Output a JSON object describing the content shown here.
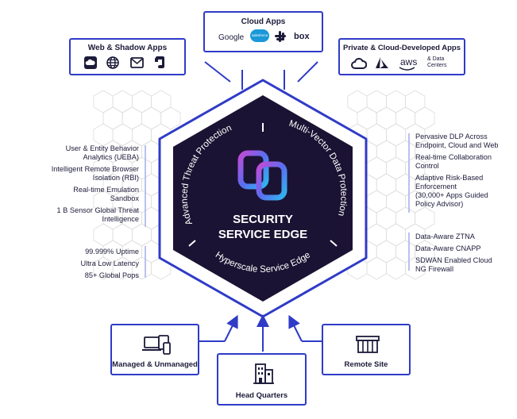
{
  "colors": {
    "accent": "#2f3bc7",
    "hex_fill": "#1b1333",
    "text_dark": "#1c1b3a",
    "hex_outline": "#dddddd",
    "bar": "#b9c0ee"
  },
  "cloud_apps": {
    "title": "Cloud Apps",
    "logos": [
      "Google",
      "salesforce",
      "slack",
      "box"
    ]
  },
  "web_shadow_apps": {
    "title": "Web & Shadow Apps",
    "icons": [
      "cloud-app-icon",
      "globe-icon",
      "mail-icon",
      "evernote-icon"
    ]
  },
  "private_apps": {
    "title": "Private & Cloud-Developed Apps",
    "logos": [
      "gcp-cloud",
      "azure",
      "aws"
    ],
    "aws_label": "aws",
    "data_centers_label": "& Data\nCenters"
  },
  "core": {
    "title_line1": "SECURITY",
    "title_line2": "SERVICE EDGE",
    "arc_left": "Advanced Threat Protection",
    "arc_right": "Multi-Vector Data Protection",
    "arc_bottom": "Hyperscale Service Edge"
  },
  "left_features": {
    "group1": [
      "User & Entity Behavior",
      "Analytics (UEBA)",
      "Intelligent Remote Browser",
      "Isolation (RBI)",
      "Real-time Emulation",
      "Sandbox",
      "1 B Sensor Global Threat",
      "Intelligence"
    ],
    "group2": [
      "99.999% Uptime",
      "Ultra Low Latency",
      "85+ Global Pops"
    ]
  },
  "right_features": {
    "group1": [
      "Pervasive DLP Across",
      "Endpoint, Cloud and Web",
      "Real-time Collaboration",
      "Control",
      "Adaptive Risk-Based",
      "Enforcement",
      "(30,000+ Apps Guided",
      "Policy Advisor)"
    ],
    "group2": [
      "Data-Aware ZTNA",
      "Data-Aware CNAPP",
      "SDWAN Enabled Cloud",
      "NG Firewall"
    ]
  },
  "managed": {
    "title": "Managed & Unmanaged"
  },
  "head_quarters": {
    "title": "Head Quarters"
  },
  "remote_site": {
    "title": "Remote Site"
  }
}
